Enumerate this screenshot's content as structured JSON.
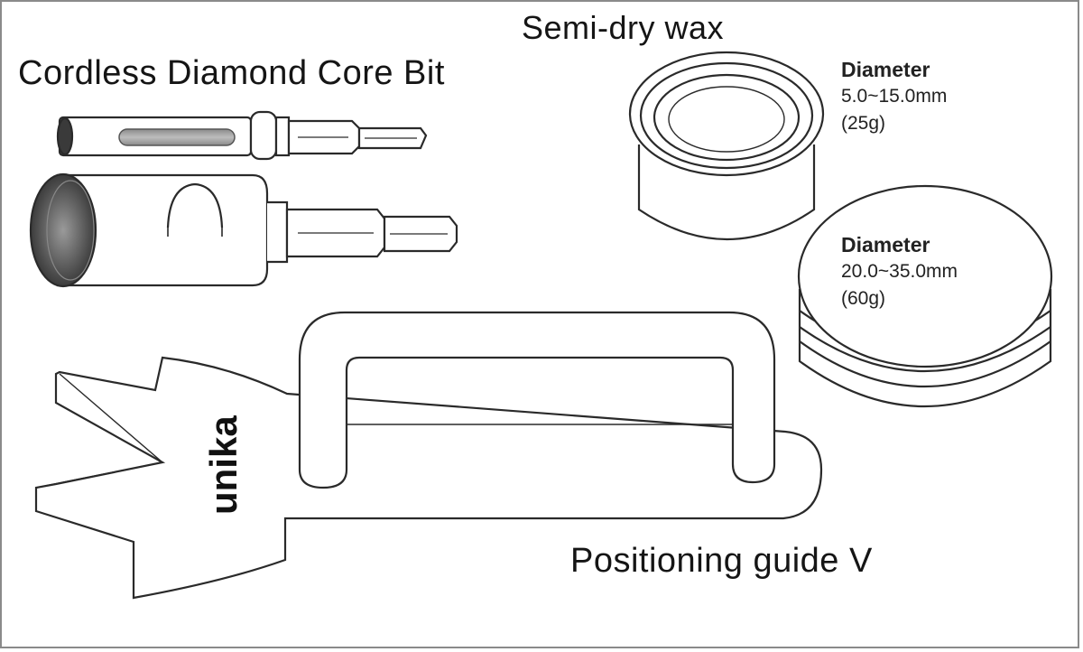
{
  "labels": {
    "core_bit": "Cordless Diamond Core Bit",
    "wax": "Semi-dry wax",
    "guide": "Positioning guide V"
  },
  "wax_small": {
    "title": "Diameter",
    "range": "5.0~15.0mm",
    "weight": "(25g)"
  },
  "wax_large": {
    "title": "Diameter",
    "range": "20.0~35.0mm",
    "weight": "(60g)"
  },
  "brand": {
    "logo_text": "unika"
  }
}
